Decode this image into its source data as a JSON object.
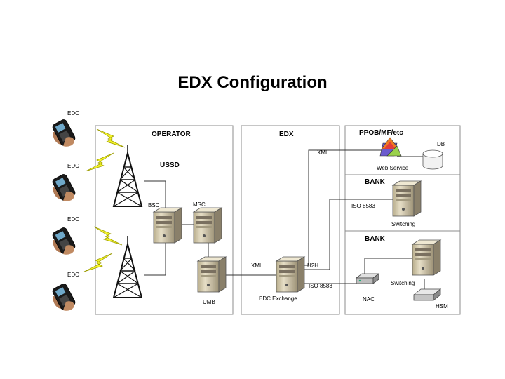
{
  "slide": {
    "title": "EDX Configuration"
  },
  "devices": {
    "edc_label": "EDC"
  },
  "operator": {
    "title": "OPERATOR",
    "ussd_label": "USSD",
    "bsc_label": "BSC",
    "msc_label": "MSC",
    "umb_label": "UMB"
  },
  "edx": {
    "title": "EDX",
    "exchange_label": "EDC Exchange",
    "link_xml_operator": "XML",
    "link_xml_ppob": "XML",
    "link_h2h": "H2H",
    "link_iso_top": "ISO 8583",
    "link_iso_bottom": "ISO 8583"
  },
  "ppob": {
    "title": "PPOB/MF/etc",
    "web_service_label": "Web Service",
    "db_label": "DB"
  },
  "bank1": {
    "title": "BANK",
    "switching_label": "Switching"
  },
  "bank2": {
    "title": "BANK",
    "switching_label": "Switching",
    "nac_label": "NAC",
    "hsm_label": "HSM"
  },
  "colors": {
    "panel_border": "#8c8c8c",
    "server_body": "#d9d0b4",
    "lightning": "#f2f22a",
    "line": "#333333"
  }
}
